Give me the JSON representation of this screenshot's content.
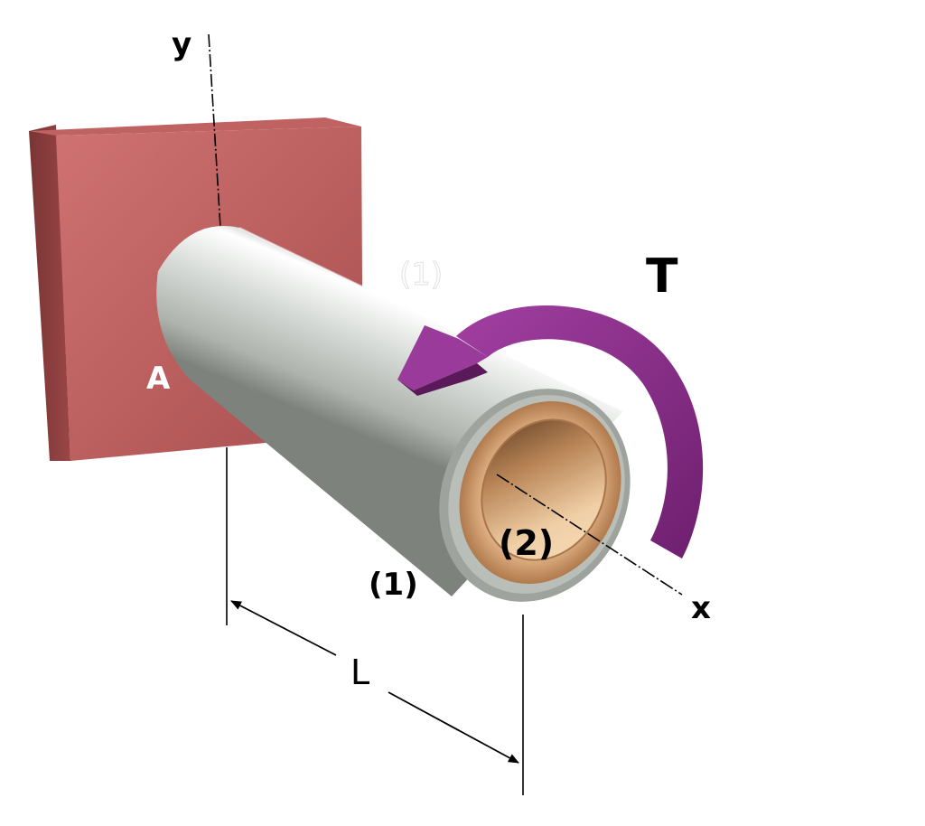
{
  "labels": {
    "y_axis": "y",
    "x_axis": "x",
    "support": "A",
    "torque": "T",
    "tube": "(1)",
    "core": "(2)",
    "faint_tube": "(1)",
    "length": "L"
  },
  "colors": {
    "support_wall": "#b85a5a",
    "tube_steel": "#cfd3cf",
    "core_bronze": "#d9a577",
    "torque_arrow": "#8c2f8c",
    "lines": "#000000"
  }
}
